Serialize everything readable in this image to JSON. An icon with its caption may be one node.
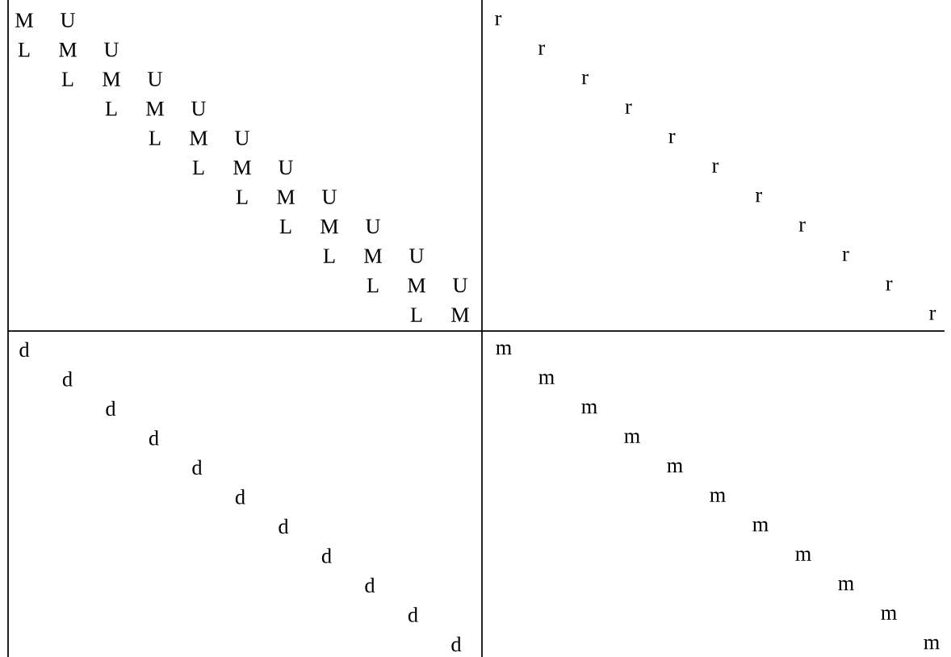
{
  "diagram": {
    "labels": [
      "M",
      "U",
      "r",
      "L",
      "M",
      "U",
      "r",
      "L",
      "M",
      "U",
      "r",
      "L",
      "M",
      "U",
      "r",
      "L",
      "M",
      "U",
      "r",
      "L",
      "M",
      "U",
      "r",
      "L",
      "M",
      "U",
      "r",
      "L",
      "M",
      "U",
      "r",
      "L",
      "M",
      "U",
      "r",
      "L",
      "M",
      "U",
      "r",
      "L",
      "M",
      "r",
      "d",
      "m",
      "d",
      "m",
      "d",
      "m",
      "d",
      "m",
      "d",
      "m",
      "d",
      "m",
      "d",
      "m",
      "d",
      "m",
      "d",
      "m",
      "d",
      "m",
      "d",
      "m"
    ]
  }
}
